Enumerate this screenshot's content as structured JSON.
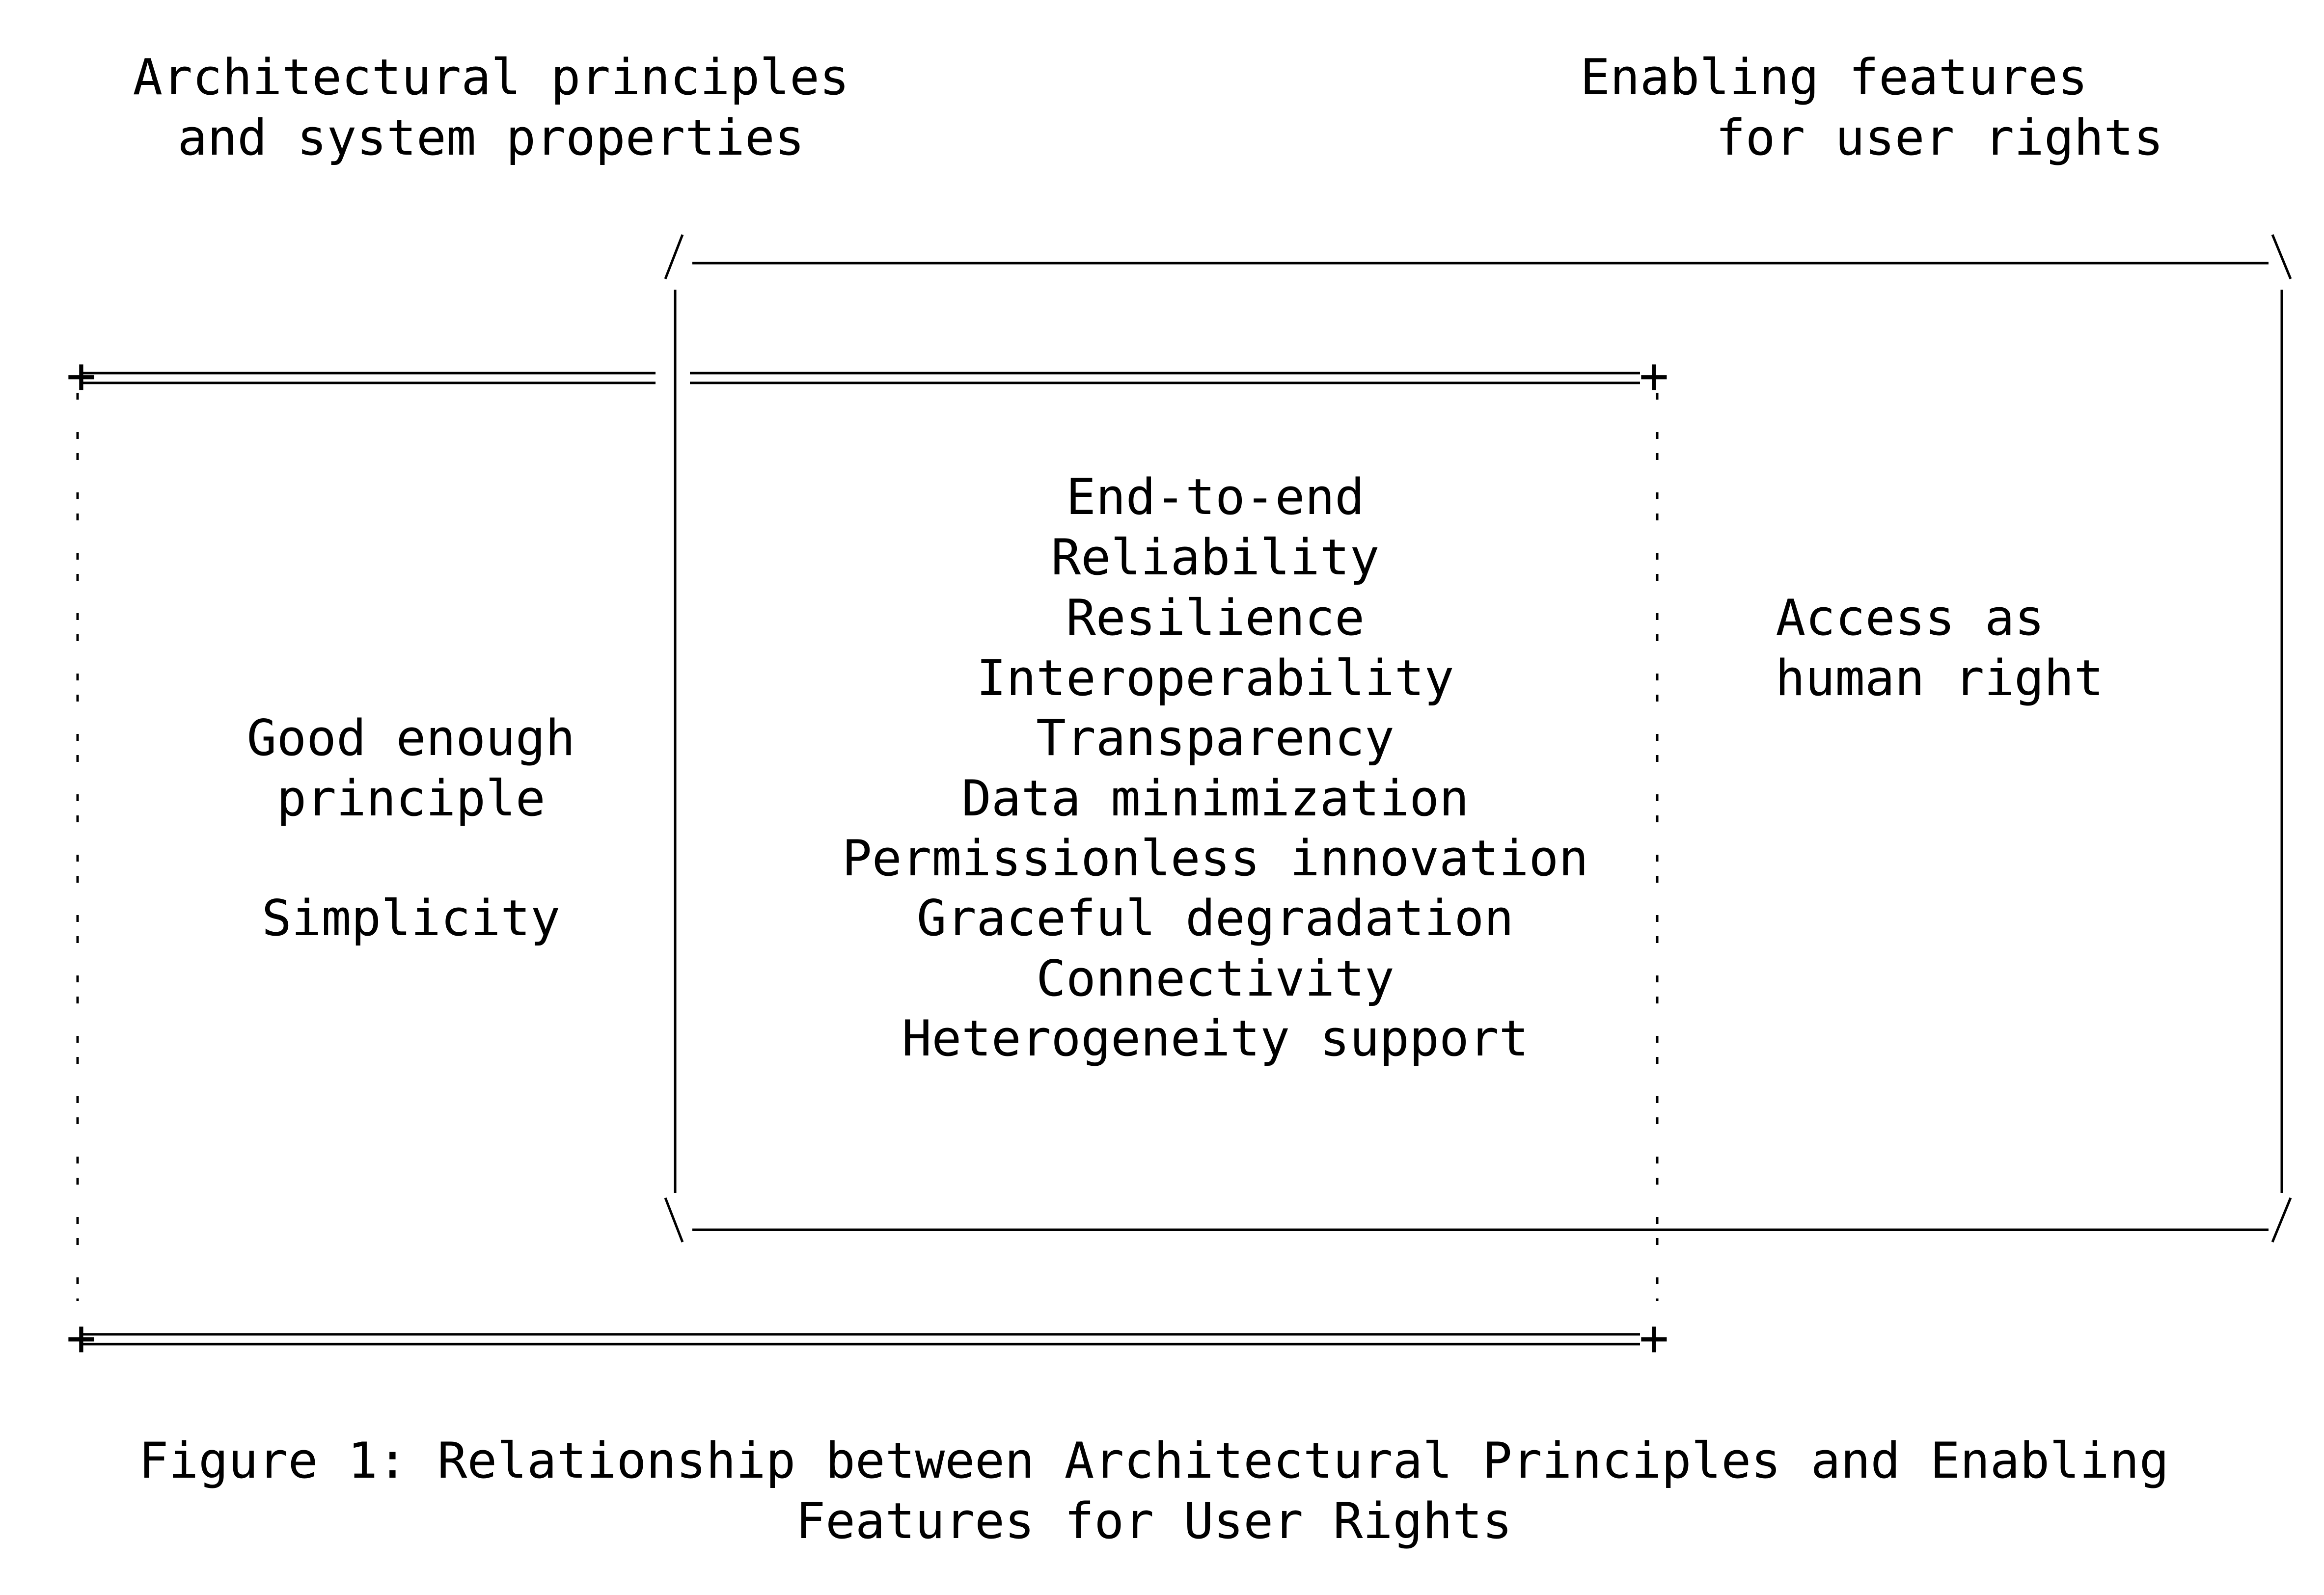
{
  "header": {
    "left_lines": [
      "Architectural principles",
      "and system properties"
    ],
    "right_lines": [
      "Enabling features",
      "for user rights"
    ]
  },
  "outer_box": {
    "lines": [
      "Good enough",
      "principle",
      "",
      "Simplicity"
    ]
  },
  "inner_box": {
    "items": [
      "End-to-end",
      "Reliability",
      "Resilience",
      "Interoperability",
      "Transparency",
      "Data minimization",
      "Permissionless innovation",
      "Graceful degradation",
      "Connectivity",
      "Heterogeneity support"
    ]
  },
  "right_box": {
    "lines": [
      "Access as",
      "human right"
    ]
  },
  "caption": {
    "line1": "Figure 1: Relationship between Architectural Principles and Enabling",
    "line2": "Features for User Rights"
  },
  "colors": {
    "foreground": "#000000",
    "background": "#ffffff"
  }
}
